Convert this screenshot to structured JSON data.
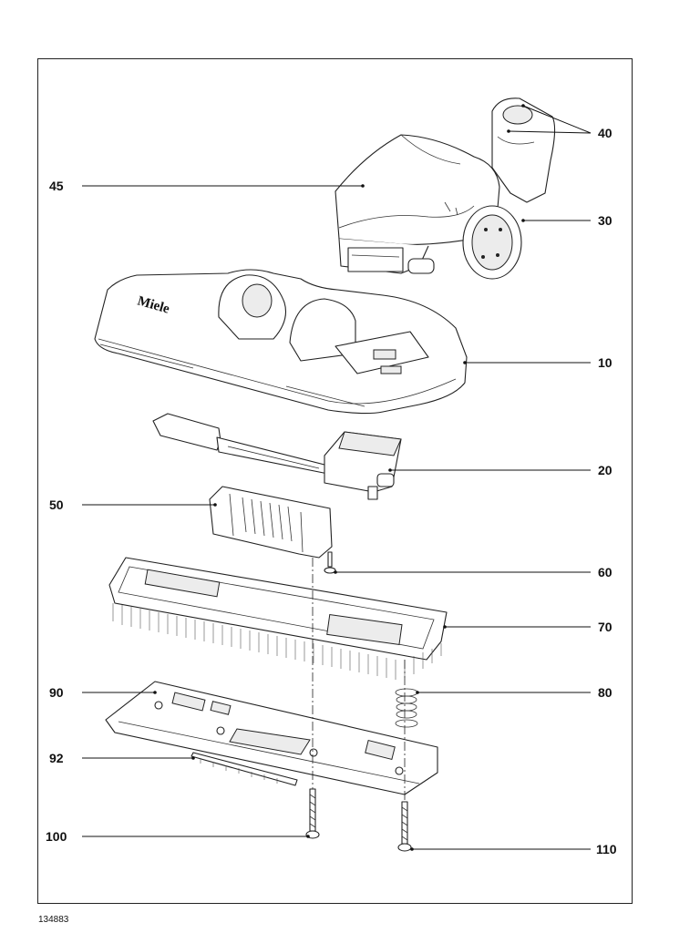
{
  "callouts": [
    {
      "id": "45",
      "label": "45"
    },
    {
      "id": "40",
      "label": "40"
    },
    {
      "id": "30",
      "label": "30"
    },
    {
      "id": "10",
      "label": "10"
    },
    {
      "id": "20",
      "label": "20"
    },
    {
      "id": "50",
      "label": "50"
    },
    {
      "id": "60",
      "label": "60"
    },
    {
      "id": "70",
      "label": "70"
    },
    {
      "id": "90",
      "label": "90"
    },
    {
      "id": "80",
      "label": "80"
    },
    {
      "id": "92",
      "label": "92"
    },
    {
      "id": "100",
      "label": "100"
    },
    {
      "id": "110",
      "label": "110"
    }
  ],
  "housing_logo": "Miele",
  "doc_number": "134883"
}
